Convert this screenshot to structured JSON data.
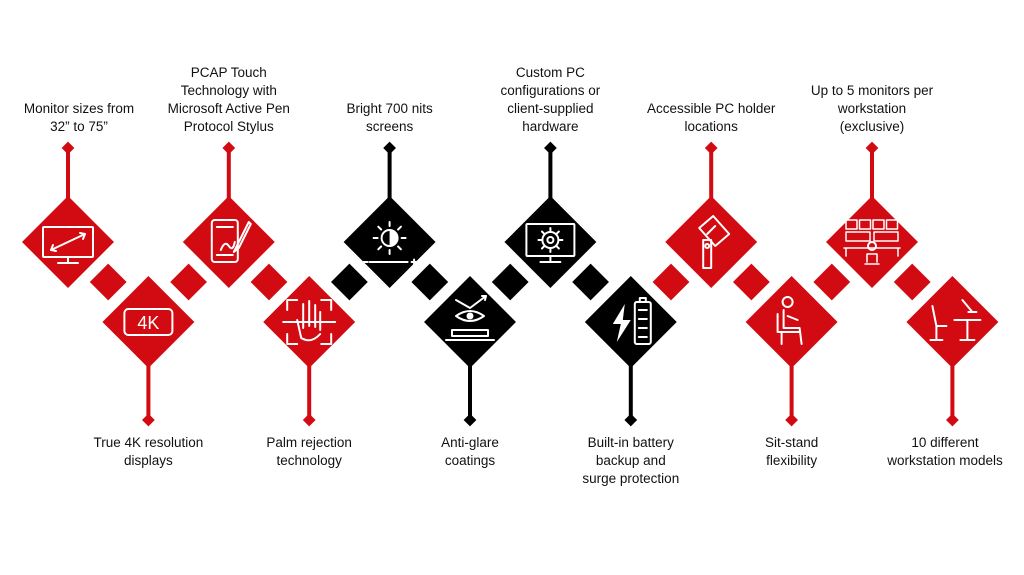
{
  "colors": {
    "red": "#d20a11",
    "black": "#000000",
    "white": "#ffffff"
  },
  "features": [
    {
      "label": "Monitor sizes from\n32” to 75”",
      "icon": "monitor-diagonal-icon",
      "color": "red"
    },
    {
      "label": "True 4K resolution\ndisplays",
      "icon": "4k-icon",
      "icon_text": "4K",
      "color": "red"
    },
    {
      "label": "PCAP Touch\nTechnology with\nMicrosoft Active Pen\nProtocol Stylus",
      "icon": "tablet-stylus-icon",
      "color": "red"
    },
    {
      "label": "Palm rejection\ntechnology",
      "icon": "palm-scan-icon",
      "color": "red"
    },
    {
      "label": "Bright 700 nits\nscreens",
      "icon": "brightness-icon",
      "color": "black"
    },
    {
      "label": "Anti-glare\ncoatings",
      "icon": "anti-glare-eye-icon",
      "color": "black"
    },
    {
      "label": "Custom PC\nconfigurations or\nclient-supplied\nhardware",
      "icon": "monitor-gear-icon",
      "color": "black"
    },
    {
      "label": "Built-in battery\nbackup and\nsurge protection",
      "icon": "battery-bolt-icon",
      "color": "black"
    },
    {
      "label": "Accessible PC holder\nlocations",
      "icon": "pc-holder-icon",
      "color": "red"
    },
    {
      "label": "Sit-stand\nflexibility",
      "icon": "seated-person-icon",
      "color": "red"
    },
    {
      "label": "Up to 5 monitors per\nworkstation\n(exclusive)",
      "icon": "multi-monitor-console-icon",
      "color": "red"
    },
    {
      "label": "10 different\nworkstation models",
      "icon": "workstation-desk-icon",
      "color": "red"
    }
  ]
}
